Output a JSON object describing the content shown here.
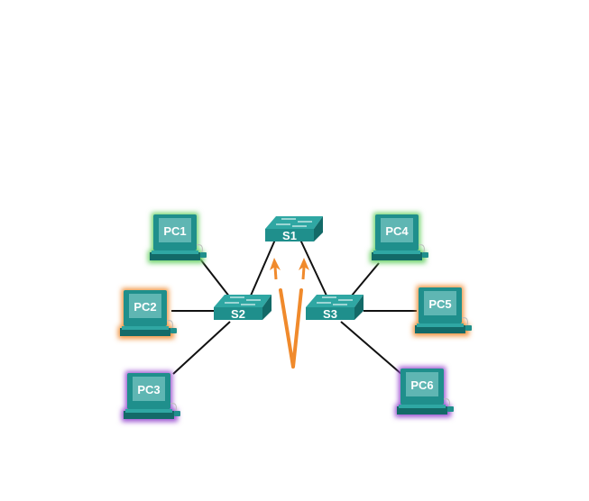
{
  "colors": {
    "device": "#1f8f8c",
    "device_dark": "#136a68",
    "screen": "#5fb6b3",
    "link": "#111111",
    "arrow": "#f08a2c",
    "glow_green": "#6ed26a",
    "glow_orange": "#f0913a",
    "glow_purple": "#9a4fd0"
  },
  "switches": [
    {
      "id": "s1",
      "label": "S1"
    },
    {
      "id": "s2",
      "label": "S2"
    },
    {
      "id": "s3",
      "label": "S3"
    }
  ],
  "pcs": [
    {
      "id": "pc1",
      "label": "PC1",
      "glow": "green"
    },
    {
      "id": "pc2",
      "label": "PC2",
      "glow": "orange"
    },
    {
      "id": "pc3",
      "label": "PC3",
      "glow": "purple"
    },
    {
      "id": "pc4",
      "label": "PC4",
      "glow": "green"
    },
    {
      "id": "pc5",
      "label": "PC5",
      "glow": "orange"
    },
    {
      "id": "pc6",
      "label": "PC6",
      "glow": "purple"
    }
  ],
  "links": [
    [
      "pc1",
      "s2"
    ],
    [
      "pc2",
      "s2"
    ],
    [
      "pc3",
      "s2"
    ],
    [
      "s2",
      "s1"
    ],
    [
      "s1",
      "s3"
    ],
    [
      "pc4",
      "s3"
    ],
    [
      "pc5",
      "s3"
    ],
    [
      "pc6",
      "s3"
    ]
  ]
}
